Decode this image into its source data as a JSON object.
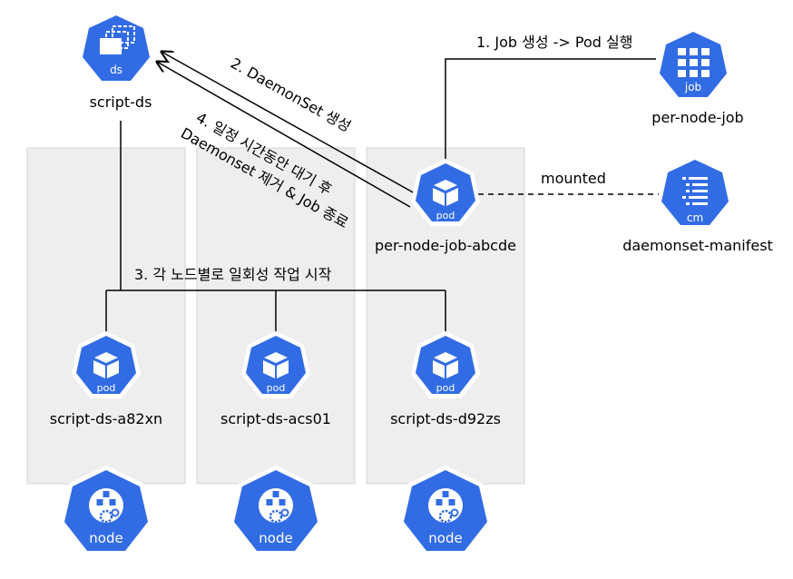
{
  "resources": {
    "script_ds": {
      "name": "script-ds",
      "kind": "ds"
    },
    "per_node_job": {
      "name": "per-node-job",
      "kind": "job"
    },
    "job_pod": {
      "name": "per-node-job-abcde",
      "kind": "pod"
    },
    "config_map": {
      "name": "daemonset-manifest",
      "kind": "cm"
    },
    "node_pods": [
      {
        "name": "script-ds-a82xn",
        "kind": "pod"
      },
      {
        "name": "script-ds-acs01",
        "kind": "pod"
      },
      {
        "name": "script-ds-d92zs",
        "kind": "pod"
      }
    ],
    "nodes": [
      {
        "kind": "node"
      },
      {
        "kind": "node"
      },
      {
        "kind": "node"
      }
    ]
  },
  "edges": {
    "step1": "1. Job 생성 -> Pod 실행",
    "step2": "2. DaemonSet 생성",
    "step3": "3. 각 노드별로 일회성 작업 시작",
    "step4_line1": "4. 일정 시간동안 대기 후",
    "step4_line2": "Daemonset 제거 & Job 종료",
    "mounted": "mounted"
  },
  "colors": {
    "k8s_blue": "#326CE5",
    "node_column": "#EEEEEE",
    "node_column_border": "#D4D4D4",
    "line": "#000000"
  }
}
